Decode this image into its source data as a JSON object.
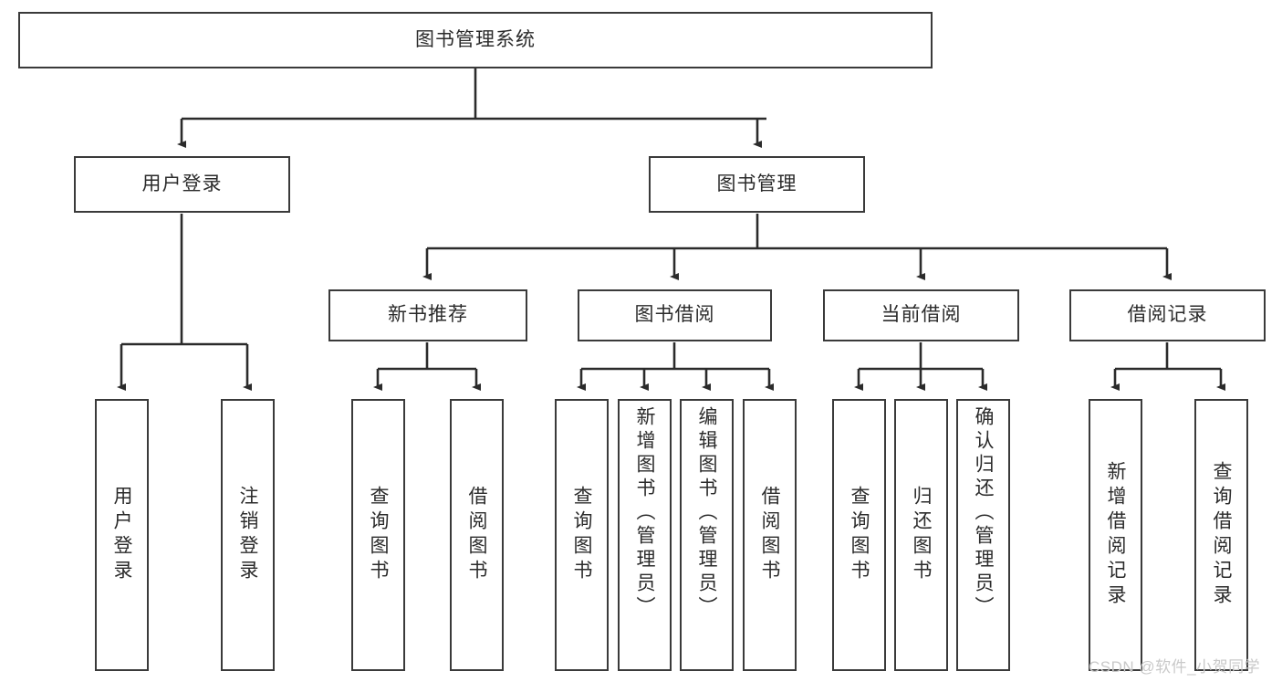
{
  "diagram": {
    "type": "tree-hierarchy-chart",
    "title": "图书管理系统",
    "colors": {
      "box_border": "#3a3a3a",
      "box_fill": "#ffffff",
      "edge": "#2b2b2b",
      "text": "#2b2b2b",
      "watermark": "#c9c9c9",
      "background": "#ffffff"
    },
    "watermark": "CSDN @软件_小贺同学",
    "nodes": {
      "root": {
        "id": "root",
        "label": "图书管理系统",
        "orientation": "horizontal",
        "level": 0
      },
      "level1": [
        {
          "id": "user-login",
          "label": "用户登录",
          "orientation": "horizontal",
          "level": 1
        },
        {
          "id": "book-manage",
          "label": "图书管理",
          "orientation": "horizontal",
          "level": 1
        }
      ],
      "level2": [
        {
          "id": "new-book-recommend",
          "label": "新书推荐",
          "orientation": "horizontal",
          "level": 2,
          "parent": "book-manage"
        },
        {
          "id": "book-borrow",
          "label": "图书借阅",
          "orientation": "horizontal",
          "level": 2,
          "parent": "book-manage"
        },
        {
          "id": "current-borrow",
          "label": "当前借阅",
          "orientation": "horizontal",
          "level": 2,
          "parent": "book-manage"
        },
        {
          "id": "borrow-record",
          "label": "借阅记录",
          "orientation": "horizontal",
          "level": 2,
          "parent": "book-manage"
        }
      ],
      "leaves": [
        {
          "id": "leaf-user-login",
          "label": "用户登录",
          "orientation": "vertical",
          "parent": "user-login"
        },
        {
          "id": "leaf-logout-login",
          "label": "注销登录",
          "orientation": "vertical",
          "parent": "user-login"
        },
        {
          "id": "leaf-query-book-1",
          "label": "查询图书",
          "orientation": "vertical",
          "parent": "new-book-recommend"
        },
        {
          "id": "leaf-borrow-book-1",
          "label": "借阅图书",
          "orientation": "vertical",
          "parent": "new-book-recommend"
        },
        {
          "id": "leaf-query-book-2",
          "label": "查询图书",
          "orientation": "vertical",
          "parent": "book-borrow"
        },
        {
          "id": "leaf-add-book-admin",
          "label": "新增图书（管理员）",
          "orientation": "vertical",
          "parent": "book-borrow"
        },
        {
          "id": "leaf-edit-book-admin",
          "label": "编辑图书（管理员）",
          "orientation": "vertical",
          "parent": "book-borrow"
        },
        {
          "id": "leaf-borrow-book-2",
          "label": "借阅图书",
          "orientation": "vertical",
          "parent": "book-borrow"
        },
        {
          "id": "leaf-query-book-3",
          "label": "查询图书",
          "orientation": "vertical",
          "parent": "current-borrow"
        },
        {
          "id": "leaf-return-book",
          "label": "归还图书",
          "orientation": "vertical",
          "parent": "current-borrow"
        },
        {
          "id": "leaf-confirm-return-admin",
          "label": "确认归还（管理员）",
          "orientation": "vertical",
          "parent": "current-borrow"
        },
        {
          "id": "leaf-add-borrow-record",
          "label": "新增借阅记录",
          "orientation": "vertical",
          "parent": "borrow-record"
        },
        {
          "id": "leaf-query-borrow-record",
          "label": "查询借阅记录",
          "orientation": "vertical",
          "parent": "borrow-record"
        }
      ]
    }
  }
}
